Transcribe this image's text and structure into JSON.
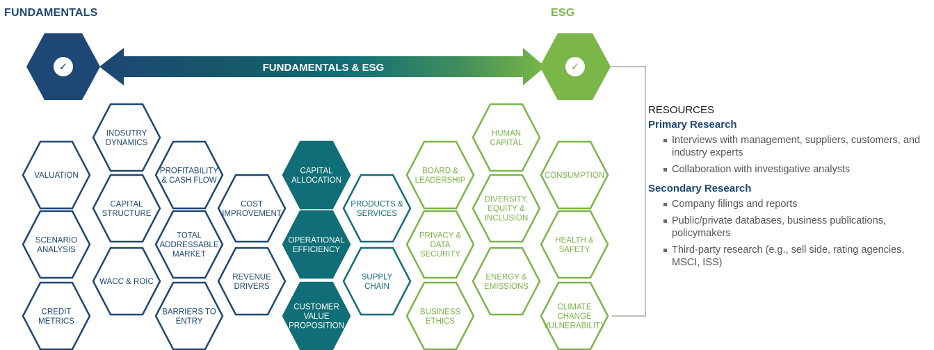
{
  "headings": {
    "fundamentals": "FUNDAMENTALS",
    "esg": "ESG"
  },
  "arrow_label": "FUNDAMENTALS & ESG",
  "colors": {
    "navy": "#1d4775",
    "teal": "#0f6e78",
    "green": "#7ab648",
    "connector": "#c0c0c0",
    "navy_text": "#1d4775",
    "green_text": "#7ab648"
  },
  "icons": {
    "top_hexagons": "check-icon"
  },
  "hexagons": {
    "fundamentals": [
      [
        "INDSUTRY",
        "DYNAMICS"
      ],
      [
        "VALUATION"
      ],
      [
        "PROFITABILITY",
        "& CASH FLOW"
      ],
      [
        "CAPITAL",
        "STRUCTURE"
      ],
      [
        "SCENARIO",
        "ANALYSIS"
      ],
      [
        "TOTAL",
        "ADDRESSABLE",
        "MARKET"
      ],
      [
        "WACC & ROIC"
      ],
      [
        "CREDIT",
        "METRICS"
      ],
      [
        "BARRIERS TO",
        "ENTRY"
      ],
      [
        "COST",
        "IMPROVEMENT"
      ],
      [
        "REVENUE",
        "DRIVERS"
      ]
    ],
    "core": [
      [
        "CAPITAL",
        "ALLOCATION"
      ],
      [
        "OPERATIONAL",
        "EFFICIENCY"
      ],
      [
        "CUSTOMER",
        "VALUE",
        "PROPOSITION"
      ]
    ],
    "shared": [
      [
        "PRODUCTS &",
        "SERVICES"
      ],
      [
        "SUPPLY",
        "CHAIN"
      ]
    ],
    "esg": [
      [
        "BOARD &",
        "LEADERSHIP"
      ],
      [
        "PRIVACY &",
        "DATA",
        "SECURITY"
      ],
      [
        "BUSINESS",
        "ETHICS"
      ],
      [
        "HUMAN",
        "CAPITAL"
      ],
      [
        "DIVERSITY,",
        "EQUITY &",
        "INCLUSION"
      ],
      [
        "ENERGY &",
        "EMISSIONS"
      ],
      [
        "CONSUMPTION"
      ],
      [
        "HEALTH &",
        "SAFETY"
      ],
      [
        "CLIMATE",
        "CHANGE",
        "VULNERABILITY"
      ]
    ]
  },
  "resources": {
    "title": "RESOURCES",
    "primary": {
      "title": "Primary Research",
      "items": [
        "Interviews with management, suppliers, customers, and industry experts",
        "Collaboration with investigative analysts"
      ]
    },
    "secondary": {
      "title": "Secondary Research",
      "items": [
        "Company filings and reports",
        "Public/private databases, business publications, policymakers",
        "Third-party research (e.g., sell side, rating agencies, MSCI, ISS)"
      ]
    }
  }
}
